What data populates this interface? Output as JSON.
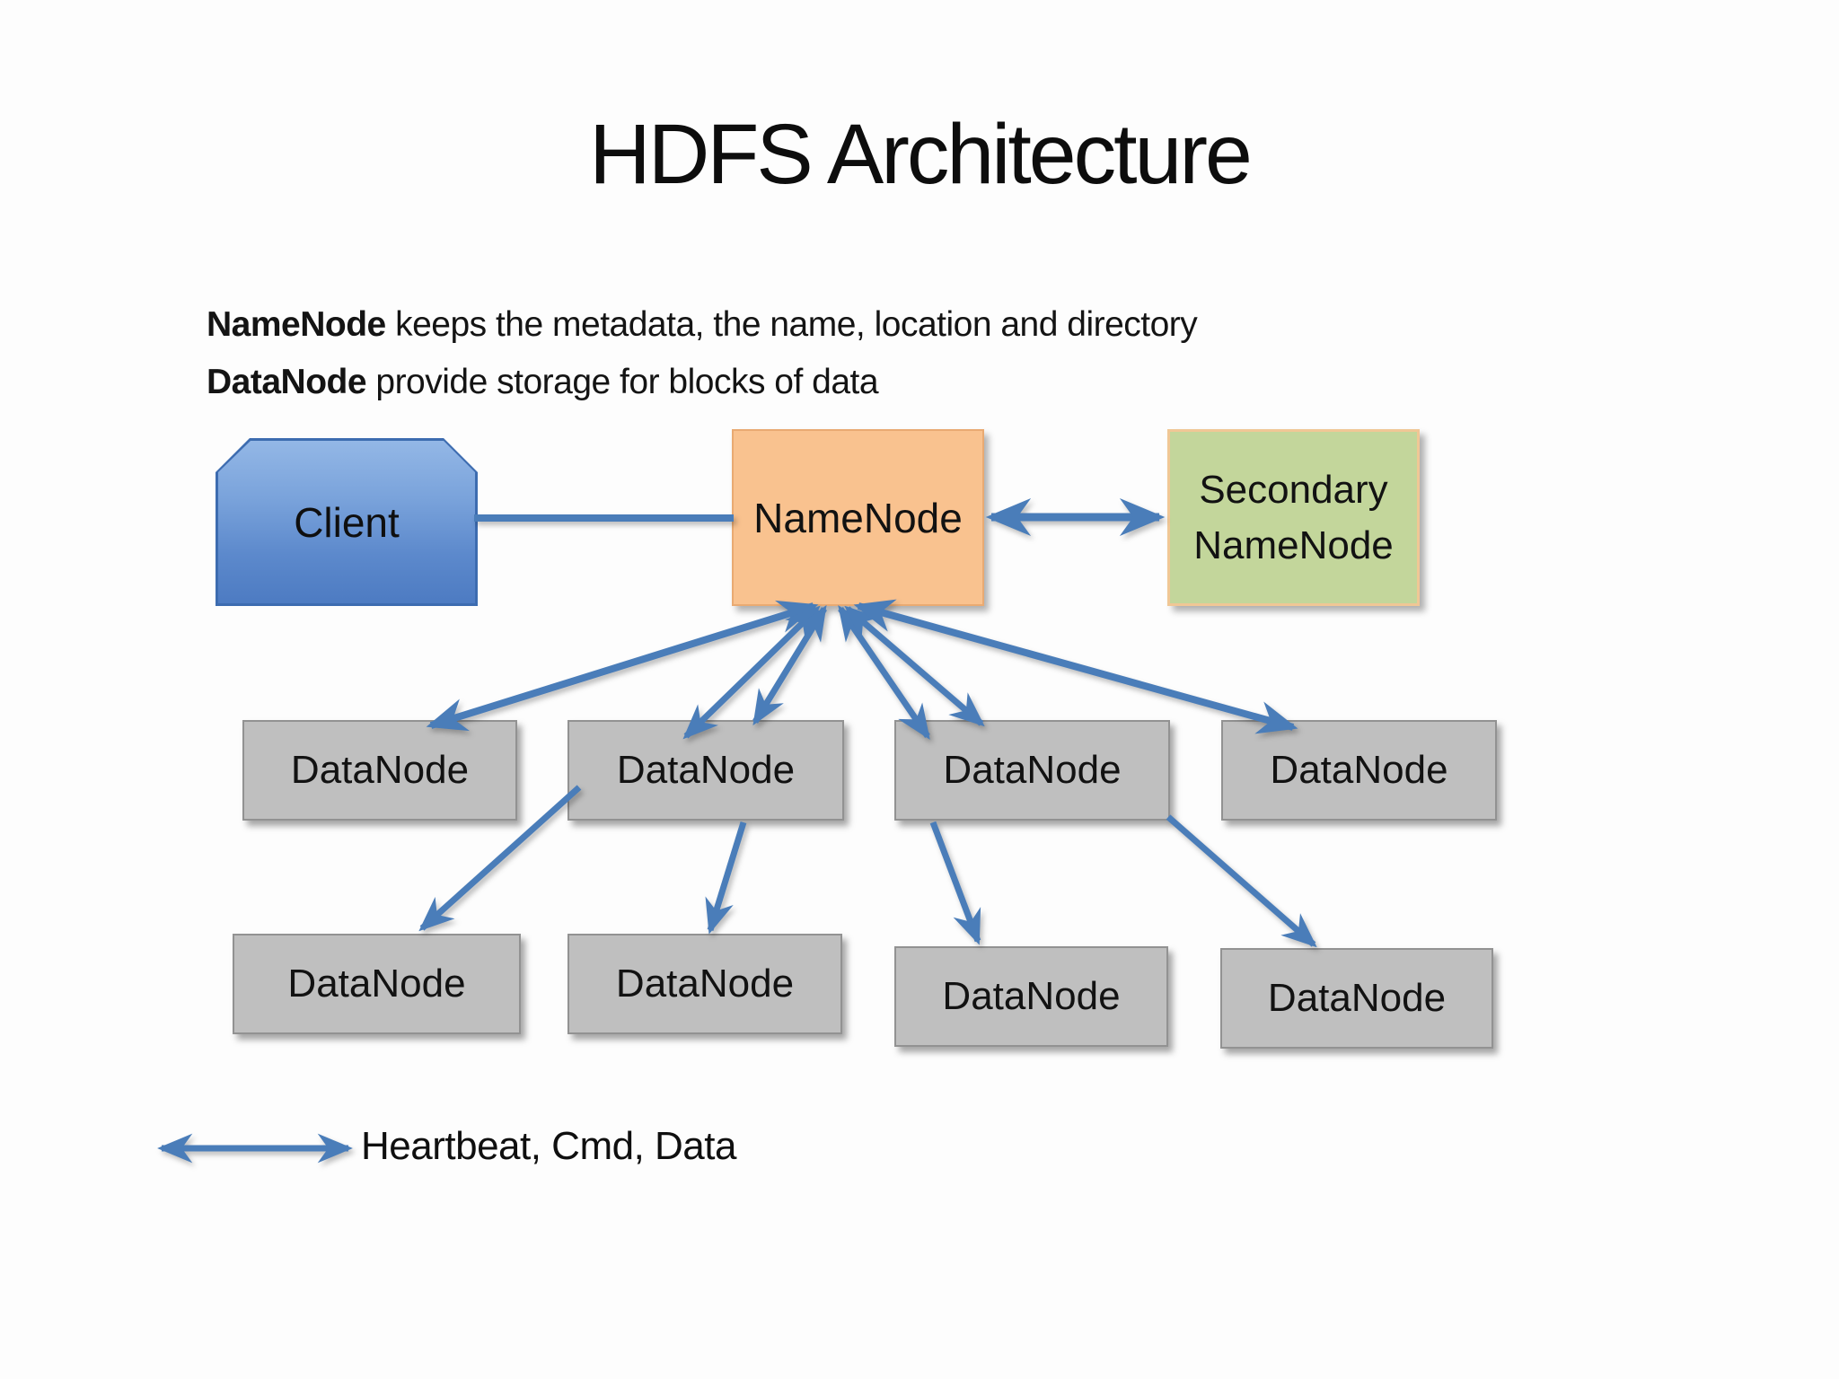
{
  "title": "HDFS Architecture",
  "description": {
    "line1_bold": "NameNode",
    "line1_rest": " keeps the metadata, the name, location and directory",
    "line2_bold": "DataNode",
    "line2_rest": " provide storage for blocks of data"
  },
  "nodes": {
    "client": {
      "label": "Client",
      "fill_top": "#93b7e6",
      "fill_bottom": "#4d7bc2",
      "border": "#3d6cb0"
    },
    "namenode": {
      "label": "NameNode",
      "fill": "#f9c28f",
      "border": "#e9aa72"
    },
    "secondary_namenode": {
      "label_lines": [
        "Secondary",
        "NameNode"
      ],
      "fill": "#c3d69b",
      "border": "#f0c795"
    },
    "datanodes": {
      "row1": [
        {
          "label": "DataNode"
        },
        {
          "label": "DataNode"
        },
        {
          "label": "DataNode"
        },
        {
          "label": "DataNode"
        }
      ],
      "row2": [
        {
          "label": "DataNode"
        },
        {
          "label": "DataNode"
        },
        {
          "label": "DataNode"
        },
        {
          "label": "DataNode"
        }
      ],
      "fill": "#bfbfbf",
      "border": "#929292"
    }
  },
  "edges": [
    {
      "from": "Client",
      "to": "NameNode",
      "style": "plain-line"
    },
    {
      "from": "NameNode",
      "to": "Secondary NameNode",
      "style": "double-headed-arrow"
    },
    {
      "from": "NameNode",
      "to": "DataNode row1 #1",
      "style": "double-headed-arrow",
      "lines": 1
    },
    {
      "from": "NameNode",
      "to": "DataNode row1 #2",
      "style": "double-headed-arrow",
      "lines": 2
    },
    {
      "from": "NameNode",
      "to": "DataNode row1 #3",
      "style": "double-headed-arrow",
      "lines": 2
    },
    {
      "from": "NameNode",
      "to": "DataNode row1 #4",
      "style": "double-headed-arrow",
      "lines": 1
    },
    {
      "from": "DataNode row1 #2",
      "to": "DataNode row2 #1",
      "style": "arrow"
    },
    {
      "from": "DataNode row1 #2",
      "to": "DataNode row2 #2",
      "style": "arrow"
    },
    {
      "from": "DataNode row1 #3",
      "to": "DataNode row2 #3",
      "style": "arrow"
    },
    {
      "from": "DataNode row1 #3",
      "to": "DataNode row2 #4",
      "style": "arrow"
    }
  ],
  "legend": {
    "label": "Heartbeat, Cmd, Data",
    "symbol": "double-headed-arrow"
  },
  "colors": {
    "arrow_blue": "#4a7db9",
    "background": "#fdfdfd",
    "text": "#111111"
  }
}
